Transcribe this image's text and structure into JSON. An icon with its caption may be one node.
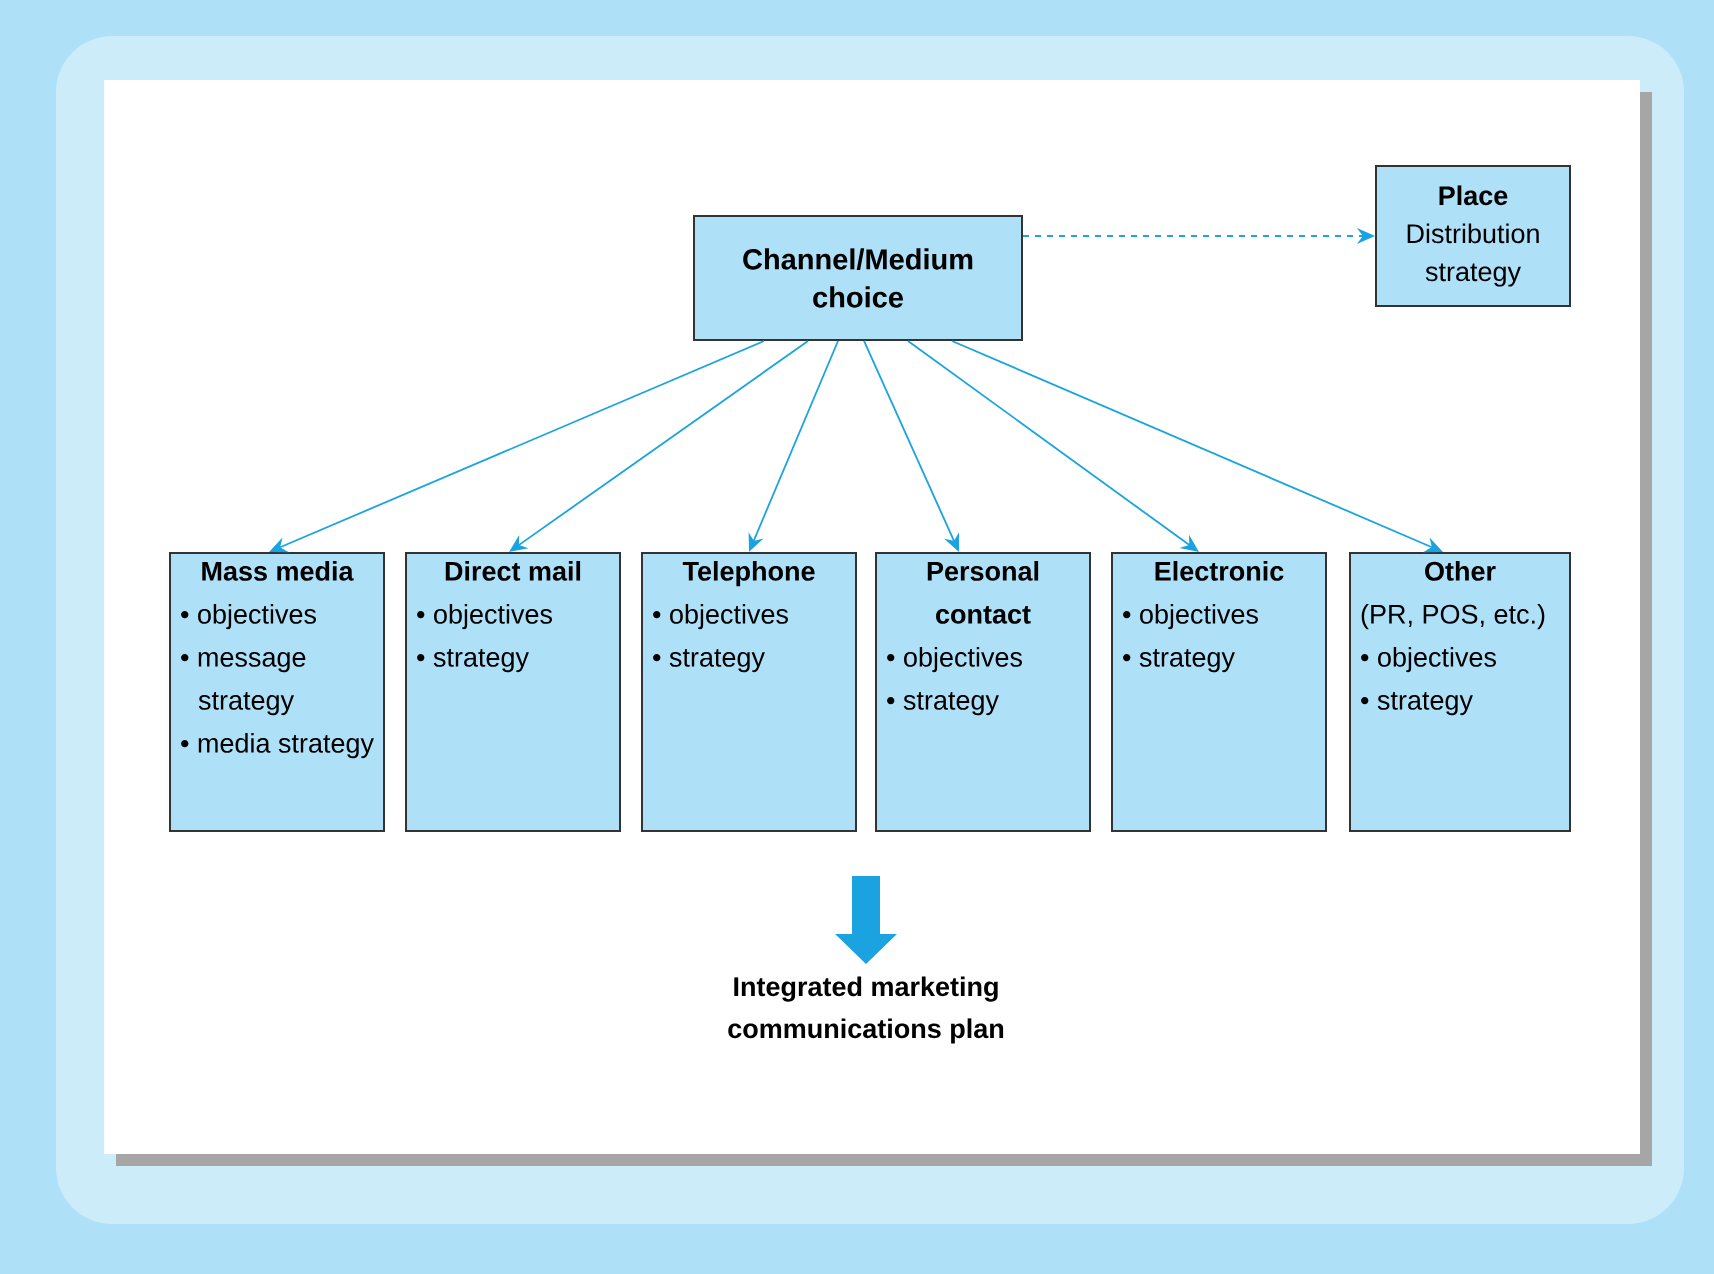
{
  "diagram": {
    "nodes": [
      {
        "text": [
          "Channel/Medium choice"
        ]
      },
      {
        "text": [
          "Place",
          "Distribution strategy"
        ]
      },
      {
        "text": [
          "Mass media",
          "• objectives",
          "• message strategy",
          "• media strategy"
        ]
      },
      {
        "text": [
          "Direct mail",
          "• objectives",
          "• strategy"
        ]
      },
      {
        "text": [
          "Telephone",
          "• objectives",
          "• strategy"
        ]
      },
      {
        "text": [
          "Personal contact",
          "• objectives",
          "• strategy"
        ]
      },
      {
        "text": [
          "Electronic",
          "• objectives",
          "• strategy"
        ]
      },
      {
        "text": [
          "Other",
          "(PR, POS, etc.)",
          "• objectives",
          "• strategy"
        ]
      },
      {
        "text": [
          "Integrated marketing communications plan"
        ]
      }
    ],
    "edges": [
      {
        "from": 0,
        "to": 2,
        "arrow": "to"
      },
      {
        "from": 0,
        "to": 3,
        "arrow": "to"
      },
      {
        "from": 0,
        "to": 4,
        "arrow": "to"
      },
      {
        "from": 0,
        "to": 5,
        "arrow": "to"
      },
      {
        "from": 0,
        "to": 6,
        "arrow": "to"
      },
      {
        "from": 0,
        "to": 7,
        "arrow": "to"
      },
      {
        "from": 0,
        "to": 1,
        "arrow": "to",
        "style": "dashed"
      },
      {
        "from": null,
        "to": 8,
        "arrow": "to",
        "style": "thick"
      }
    ]
  }
}
